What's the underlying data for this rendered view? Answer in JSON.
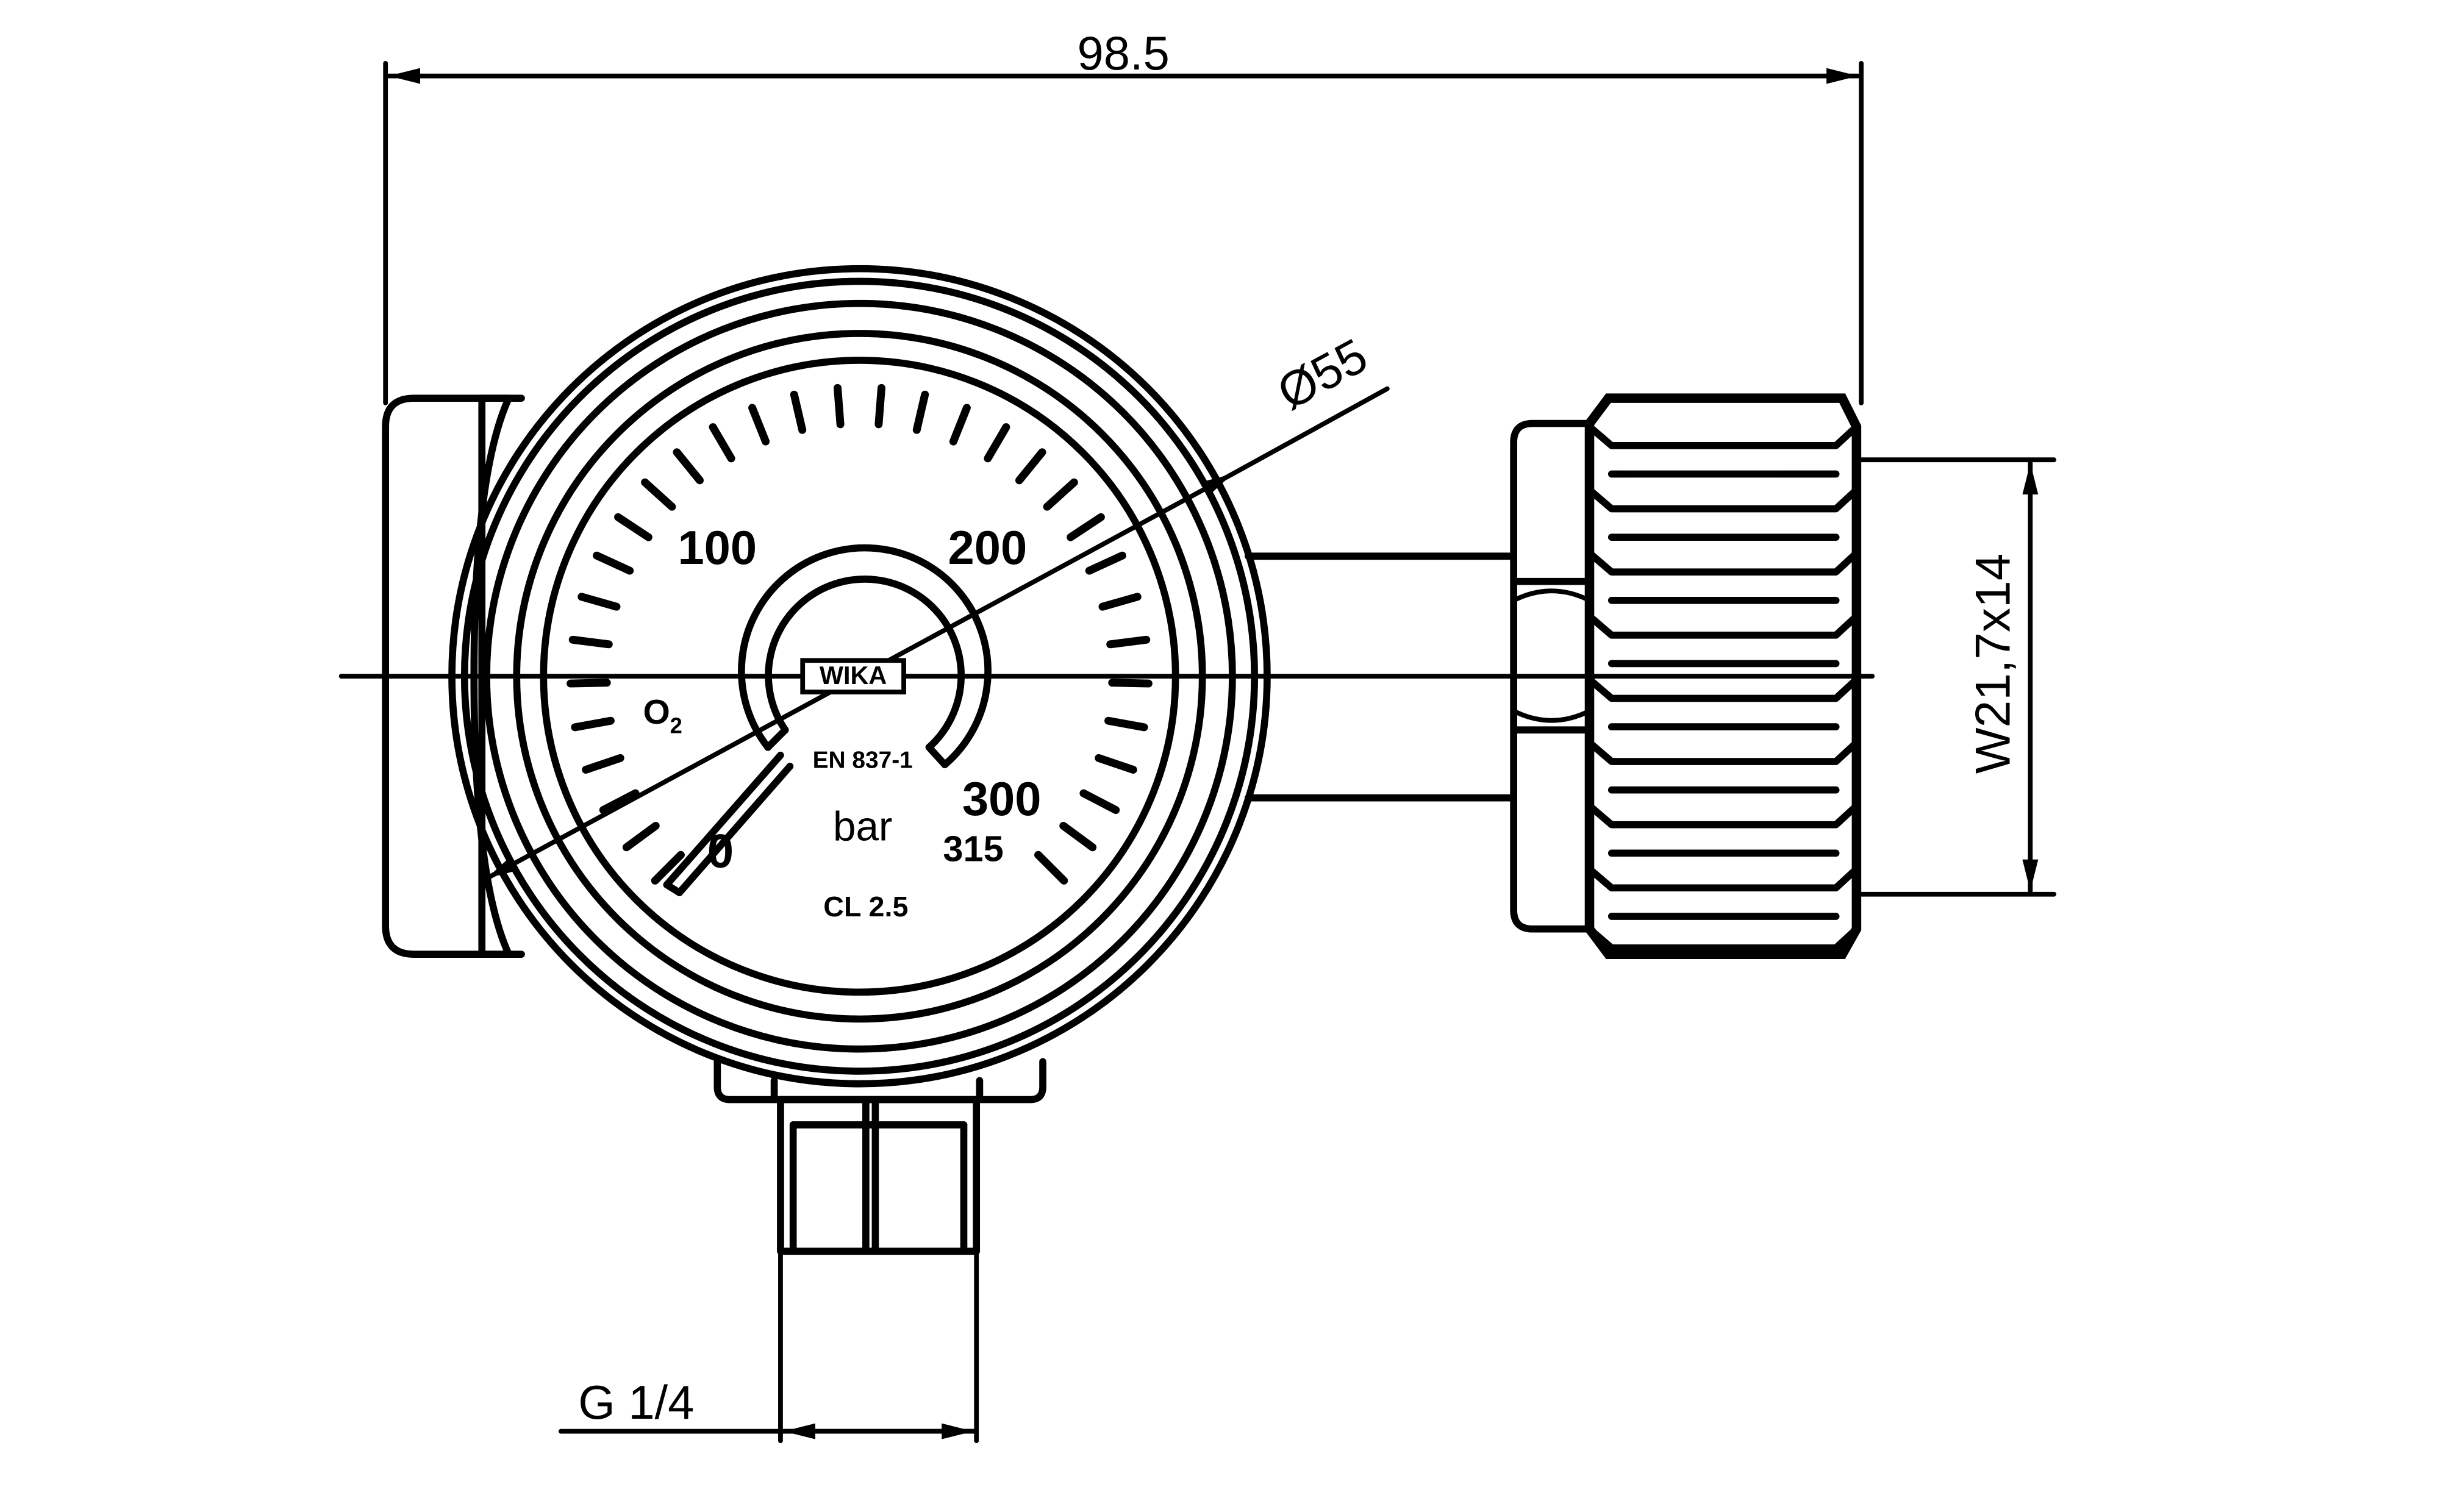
{
  "dimensions": {
    "overall_length": "98.5",
    "gauge_diameter": "Ø55",
    "thread": "W21,7x14",
    "connection": "G 1/4"
  },
  "dial": {
    "scale_labels": [
      "0",
      "100",
      "200",
      "300"
    ],
    "extra_label": "315",
    "unit": "bar",
    "medium": "O",
    "medium_subscript": "2",
    "standard": "EN 837-1",
    "accuracy_class": "CL 2.5",
    "brand": "WIKA"
  }
}
